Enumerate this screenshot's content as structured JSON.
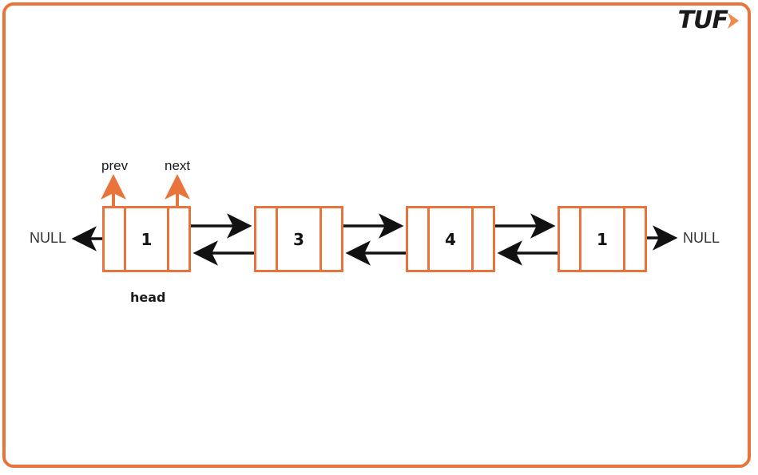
{
  "brand": {
    "logo_text": "TUF",
    "logo_icon": "chevron-right-icon",
    "accent_color": "#e8743b",
    "text_color": "#1a1a1a"
  },
  "diagram": {
    "type": "doubly-linked-list",
    "frame_color": "#e8743b",
    "node_border_color": "#e8743b",
    "arrow_color": "#111111",
    "pointer_arrow_color": "#e8743b",
    "nodes": [
      {
        "value": "1",
        "prev_cell": "",
        "next_cell": ""
      },
      {
        "value": "3",
        "prev_cell": "",
        "next_cell": ""
      },
      {
        "value": "4",
        "prev_cell": "",
        "next_cell": ""
      },
      {
        "value": "1",
        "prev_cell": "",
        "next_cell": ""
      }
    ],
    "head_label": "head",
    "prev_label": "prev",
    "next_label": "next",
    "null_left": "NULL",
    "null_right": "NULL"
  }
}
